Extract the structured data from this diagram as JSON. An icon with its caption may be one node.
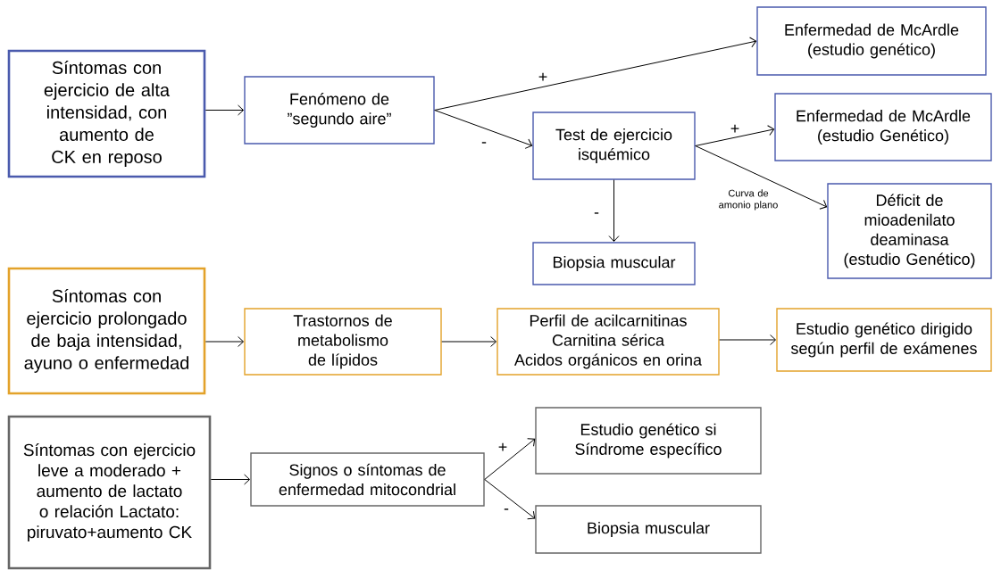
{
  "diagram": {
    "nodes": [
      {
        "text": [
          "Síntomas con ejercicio de alta intensidad, con aumento de CK en reposo"
        ]
      },
      {
        "text": [
          "Fenómeno de ”segundo aire”"
        ]
      },
      {
        "text": [
          "Enfermedad de McArdle (estudio genético)"
        ]
      },
      {
        "text": [
          "Test de ejercicio isquémico"
        ]
      },
      {
        "text": [
          "Enfermedad de McArdle (estudio Genético)"
        ]
      },
      {
        "text": [
          "Déficit de mioadenilato deaminasa (estudio Genético)"
        ]
      },
      {
        "text": [
          "Biopsia muscular"
        ]
      },
      {
        "text": [
          "Síntomas con ejercicio prolongado de baja intensidad, ayuno o enfermedad"
        ]
      },
      {
        "text": [
          "Trastornos de metabolismo de lípidos"
        ]
      },
      {
        "text": [
          "Perfil de acilcarnitinas",
          "Carnitina sérica",
          "Acidos orgánicos en orina"
        ]
      },
      {
        "text": [
          "Estudio genético dirigido según perfil de exámenes"
        ]
      },
      {
        "text": [
          "Síntomas con ejercicio leve a moderado + aumento de lactato o relación Lactato: piruvato+aumento CK"
        ]
      },
      {
        "text": [
          "Signos o síntomas de enfermedad mitocondrial"
        ]
      },
      {
        "text": [
          "Estudio genético si Síndrome específico"
        ]
      },
      {
        "text": [
          "Biopsia muscular"
        ]
      }
    ],
    "edges": [
      {
        "from": 0,
        "to": 1,
        "arrow": "to"
      },
      {
        "from": 1,
        "to": 2,
        "arrow": "to",
        "label": "+"
      },
      {
        "from": 1,
        "to": 3,
        "arrow": "to",
        "label": "-"
      },
      {
        "from": 3,
        "to": 4,
        "arrow": "to",
        "label": "+"
      },
      {
        "from": 3,
        "to": 5,
        "arrow": "to",
        "label": "Curva de amonio plano"
      },
      {
        "from": 3,
        "to": 6,
        "arrow": "to",
        "label": "-"
      },
      {
        "from": 7,
        "to": 8,
        "arrow": "to"
      },
      {
        "from": 8,
        "to": 9,
        "arrow": "to"
      },
      {
        "from": 9,
        "to": 10,
        "arrow": "to"
      },
      {
        "from": 11,
        "to": 12,
        "arrow": "to"
      },
      {
        "from": 12,
        "to": 13,
        "arrow": "to",
        "label": "+"
      },
      {
        "from": 12,
        "to": 14,
        "arrow": "to",
        "label": "-"
      }
    ]
  }
}
